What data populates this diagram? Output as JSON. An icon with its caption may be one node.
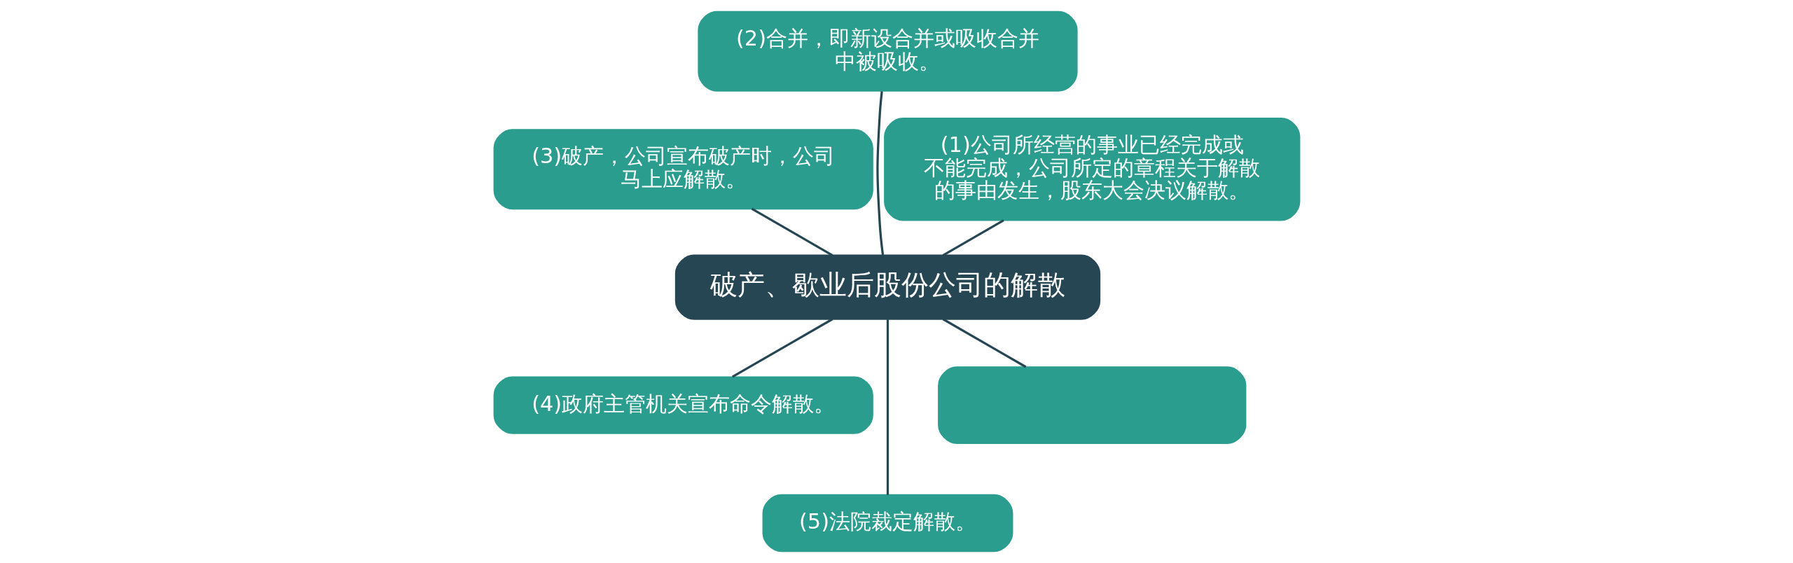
{
  "diagram": {
    "nodes": [
      {
        "text": [
          "破产、歇业后股份公司的解散"
        ]
      },
      {
        "text": [
          "(1)公司所经营的事业已经完成或不能完成，公司所定的章程关于解散的事由发生，股东大会决议解散。"
        ]
      },
      {
        "text": [
          "(2)合并，即新设合并或吸收合并中被吸收。"
        ]
      },
      {
        "text": [
          "(3)破产，公司宣布破产时，公司马上应解散。"
        ]
      },
      {
        "text": [
          "(4)政府主管机关宣布命令解散。"
        ]
      },
      {
        "text": [
          "(5)法院裁定解散。"
        ]
      },
      {
        "text": [],
        "shape": "box"
      }
    ],
    "edges": [
      {
        "from": 0,
        "to": 1,
        "arrow": "none"
      },
      {
        "from": 0,
        "to": 2,
        "arrow": "none"
      },
      {
        "from": 0,
        "to": 3,
        "arrow": "none"
      },
      {
        "from": 0,
        "to": 4,
        "arrow": "none"
      },
      {
        "from": 0,
        "to": 5,
        "arrow": "none"
      },
      {
        "from": 0,
        "to": 6,
        "arrow": "none"
      }
    ]
  }
}
